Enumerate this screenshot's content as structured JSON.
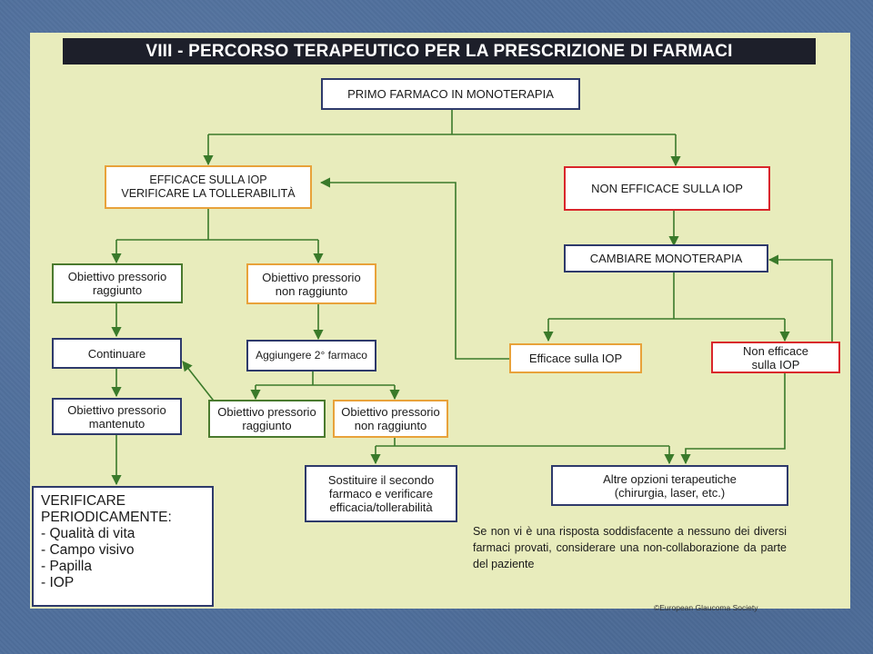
{
  "title": "VIII - PERCORSO TERAPEUTICO PER LA PRESCRIZIONE DI FARMACI",
  "nodes": {
    "primo_farmaco": "PRIMO FARMACO IN MONOTERAPIA",
    "efficace_iop": "EFFICACE SULLA IOP\nVERIFICARE LA TOLLERABILITÀ",
    "non_efficace_iop": "NON EFFICACE SULLA IOP",
    "cambiare_monoterapia": "CAMBIARE MONOTERAPIA",
    "obiettivo_raggiunto": "Obiettivo pressorio\nraggiunto",
    "obiettivo_non_raggiunto": "Obiettivo pressorio\nnon raggiunto",
    "continuare": "Continuare",
    "aggiungere": "Aggiungere 2° farmaco",
    "efficace_sulla_iop": "Efficace sulla IOP",
    "non_efficace_sulla_iop": "Non efficace\nsulla IOP",
    "obiettivo_mantenuto": "Obiettivo pressorio\nmantenuto",
    "obiettivo_raggiunto_2": "Obiettivo pressorio\nraggiunto",
    "obiettivo_non_raggiunto_2": "Obiettivo pressorio\nnon raggiunto",
    "sostituire": "Sostituire il secondo\nfarmaco e verificare\nefficacia/tollerabilità",
    "altre_opzioni": "Altre opzioni terapeutiche\n(chirurgia, laser, etc.)"
  },
  "verify": {
    "heading": "VERIFICARE\nPERIODICAMENTE:",
    "items": [
      "- Qualità di vita",
      "- Campo visivo",
      "- Papilla",
      "- IOP"
    ]
  },
  "footnote": "Se non vi è una risposta soddisfacente a nessuno dei diversi farmaci provati, considerare una non-collaborazione da parte del paziente",
  "copyright": "©European Glaucoma Society",
  "colors": {
    "background": "#4f6f9c",
    "slide": "#e8ecbc",
    "title_bar": "#1d1f2a",
    "connector": "#3a7a2a",
    "navy_border": "#2e3a6b",
    "orange_border": "#e8a23a",
    "red_border": "#d9262b",
    "green_border": "#4a7a2e"
  }
}
